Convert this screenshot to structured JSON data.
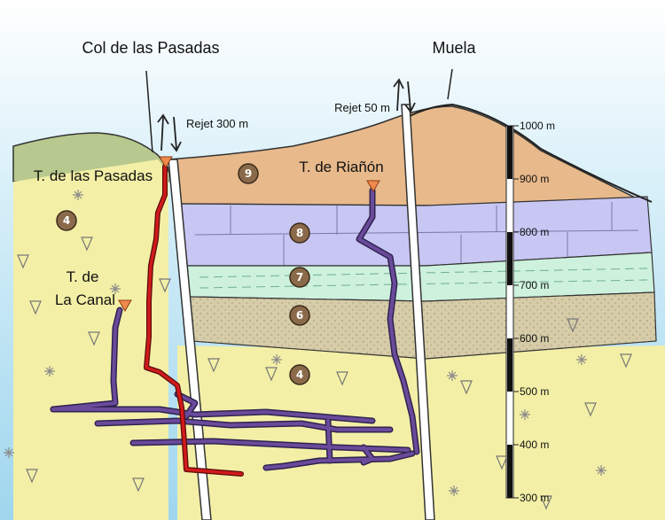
{
  "labels": {
    "col": "Col de las Pasadas",
    "muela": "Muela",
    "rejet_300": "Rejet 300 m",
    "rejet_50": "Rejet 50 m",
    "t_pasadas": "T. de las Pasadas",
    "t_rianon": "T. de Riañón",
    "t_canal_1": "T. de",
    "t_canal_2": "La Canal"
  },
  "units": {
    "u9": "9",
    "u8": "8",
    "u7": "7",
    "u6": "6",
    "u4a": "4",
    "u4b": "4"
  },
  "scale": {
    "ticks": [
      "1000 m",
      "900 m",
      "800 m",
      "700 m",
      "600 m",
      "500 m",
      "400 m",
      "300 m"
    ]
  },
  "colors": {
    "sky": "#bfe4f3",
    "limestone_yellow": "#f4f0a0",
    "layer9": "#e9b98a",
    "layer8": "#c9c6f3",
    "layer7": "#c9f0dc",
    "layer6": "#d3cba9",
    "cave_purple": "#6a4a9a",
    "cave_red": "#d11a1a",
    "entrance_orange": "#f08a4b",
    "unit_circle": "#8a6a4a"
  }
}
